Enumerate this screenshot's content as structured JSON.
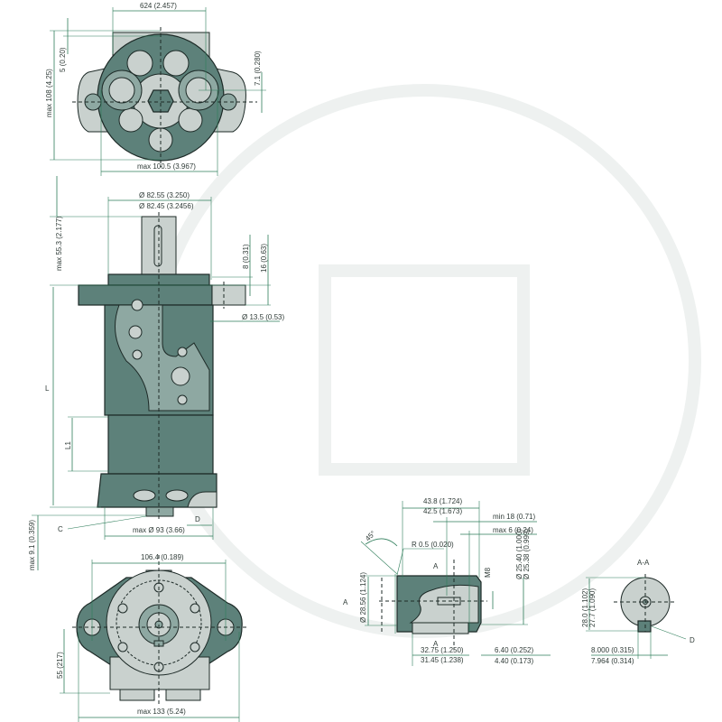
{
  "colors": {
    "body": "#5d817a",
    "light": "#c9d1ce",
    "dimension": "#2e7d5a"
  },
  "top_view": {
    "width_624": "624 (2.457)",
    "offset_5": "5 (0.20)",
    "height_108": "max 108 (4.25)",
    "offset_7_1": "7.1 (0.280)",
    "width_100_5": "max 100.5 (3.967)"
  },
  "side_view": {
    "pilot_max": "Ø 82.55 (3.250)",
    "pilot_min": "Ø 82.45 (3.2456)",
    "shaft_len": "max 55.3 (2.177)",
    "flange_8": "8 (0.31)",
    "flange_16": "16 (0.63)",
    "hole": "Ø 13.5 (0.53)",
    "L": "L",
    "L1": "L1",
    "C": "C",
    "D": "D",
    "body_dia": "max Ø 93 (3.66)",
    "drain": "max 9.1 (0.359)"
  },
  "bottom_view": {
    "hole_spacing": "106.4 (0.189)",
    "height_55": "55 (217)",
    "width_133": "max 133 (5.24)"
  },
  "shaft_detail": {
    "len_max": "43.8 (1.724)",
    "len_min": "42.5 (1.673)",
    "min18": "min 18 (0.71)",
    "max6": "max 6 (0.24)",
    "angle": "45°",
    "radius": "R 0.5 (0.020)",
    "A_top": "A",
    "A_bottom": "A",
    "A_left": "A",
    "thread": "M8",
    "dia_max": "Ø 25.40 (1.000)",
    "dia_min": "Ø 25.38 (0.999)",
    "dia_28": "Ø 28.56 (1.124)",
    "key_max": "32.75 (1.250)",
    "key_min": "31.45 (1.238)",
    "off_max": "6.40 (0.252)",
    "off_min": "4.40 (0.173)"
  },
  "section": {
    "title": "A-A",
    "h_max": "28.0 (1.102)",
    "h_min": "27.7 (1.090)",
    "D": "D",
    "w_max": "8.000 (0.315)",
    "w_min": "7.964 (0.314)"
  }
}
